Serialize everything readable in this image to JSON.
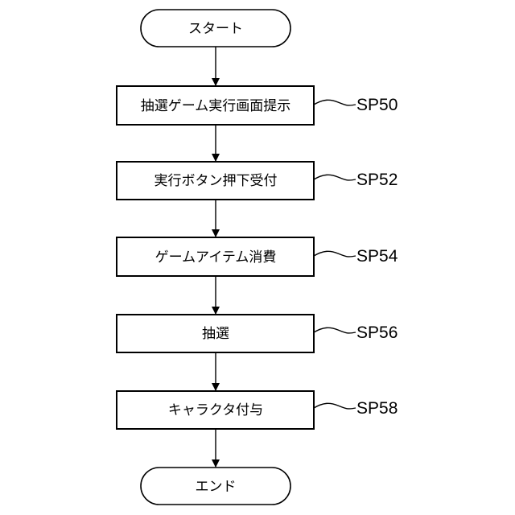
{
  "flowchart": {
    "start": {
      "label": "スタート"
    },
    "steps": [
      {
        "label": "抽選ゲーム実行画面提示",
        "id": "SP50"
      },
      {
        "label": "実行ボタン押下受付",
        "id": "SP52"
      },
      {
        "label": "ゲームアイテム消費",
        "id": "SP54"
      },
      {
        "label": "抽選",
        "id": "SP56"
      },
      {
        "label": "キャラクタ付与",
        "id": "SP58"
      }
    ],
    "end": {
      "label": "エンド"
    }
  }
}
